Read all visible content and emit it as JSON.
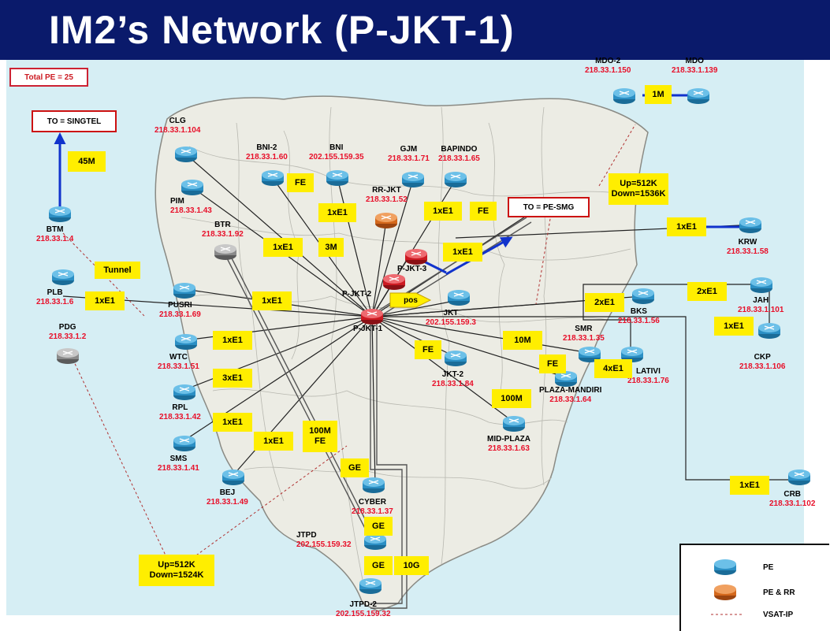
{
  "title": "IM2’s Network (P-JKT-1)",
  "total_pe": "Total PE = 25",
  "boxes": {
    "singtel": "TO = SINGTEL",
    "pe_smg": "TO = PE-SMG"
  },
  "colors": {
    "header": "#0a1a6b",
    "pe_router": "#2b8fc4",
    "pe_rr_router": "#d4681c",
    "core_router": "#cc1a22",
    "grey_router": "#8a8a8a",
    "ip_text": "#e8102a",
    "link_label_bg": "#ffee00",
    "backbone_link": "#1133cc"
  },
  "nodes": [
    {
      "id": "mdo2",
      "name": "MDO-2",
      "ip": "218.33.1.150",
      "type": "pe"
    },
    {
      "id": "mdo",
      "name": "MDO",
      "ip": "218.33.1.139",
      "type": "pe"
    },
    {
      "id": "clg",
      "name": "CLG",
      "ip": "218.33.1.104",
      "type": "pe"
    },
    {
      "id": "bni2",
      "name": "BNI-2",
      "ip": "218.33.1.60",
      "type": "pe"
    },
    {
      "id": "bni",
      "name": "BNI",
      "ip": "202.155.159.35",
      "type": "pe"
    },
    {
      "id": "gjm",
      "name": "GJM",
      "ip": "218.33.1.71",
      "type": "pe"
    },
    {
      "id": "bapindo",
      "name": "BAPINDO",
      "ip": "218.33.1.65",
      "type": "pe"
    },
    {
      "id": "pim",
      "name": "PIM",
      "ip": "218.33.1.43",
      "type": "pe"
    },
    {
      "id": "rrjkt",
      "name": "RR-JKT",
      "ip": "218.33.1.52",
      "type": "pe_rr"
    },
    {
      "id": "btm",
      "name": "BTM",
      "ip": "218.33.1.4",
      "type": "pe"
    },
    {
      "id": "btr",
      "name": "BTR",
      "ip": "218.33.1.92",
      "type": "grey"
    },
    {
      "id": "krw",
      "name": "KRW",
      "ip": "218.33.1.58",
      "type": "pe"
    },
    {
      "id": "pjkt3",
      "name": "P-JKT-3",
      "ip": "",
      "type": "core"
    },
    {
      "id": "pjkt2",
      "name": "P-JKT-2",
      "ip": "",
      "type": "core"
    },
    {
      "id": "pjkt1",
      "name": "P-JKT-1",
      "ip": "",
      "type": "core"
    },
    {
      "id": "plb",
      "name": "PLB",
      "ip": "218.33.1.6",
      "type": "pe"
    },
    {
      "id": "pusri",
      "name": "PUSRI",
      "ip": "218.33.1.69",
      "type": "pe"
    },
    {
      "id": "jkt",
      "name": "JKT",
      "ip": "202.155.159.3",
      "type": "pe"
    },
    {
      "id": "bks",
      "name": "BKS",
      "ip": "218.33.1.56",
      "type": "pe"
    },
    {
      "id": "jah",
      "name": "JAH",
      "ip": "218.33.1.101",
      "type": "pe"
    },
    {
      "id": "pdg",
      "name": "PDG",
      "ip": "218.33.1.2",
      "type": "grey"
    },
    {
      "id": "wtc",
      "name": "WTC",
      "ip": "218.33.1.51",
      "type": "pe"
    },
    {
      "id": "smr",
      "name": "SMR",
      "ip": "218.33.1.35",
      "type": "pe"
    },
    {
      "id": "lativi",
      "name": "LATIVI",
      "ip": "218.33.1.76",
      "type": "pe"
    },
    {
      "id": "ckp",
      "name": "CKP",
      "ip": "218.33.1.106",
      "type": "pe"
    },
    {
      "id": "jkt2",
      "name": "JKT-2",
      "ip": "218.33.1.84",
      "type": "pe"
    },
    {
      "id": "plazamandiri",
      "name": "PLAZA-MANDIRI",
      "ip": "218.33.1.64",
      "type": "pe"
    },
    {
      "id": "rpl",
      "name": "RPL",
      "ip": "218.33.1.42",
      "type": "pe"
    },
    {
      "id": "midplaza",
      "name": "MID-PLAZA",
      "ip": "218.33.1.63",
      "type": "pe"
    },
    {
      "id": "sms",
      "name": "SMS",
      "ip": "218.33.1.41",
      "type": "pe"
    },
    {
      "id": "bej",
      "name": "BEJ",
      "ip": "218.33.1.49",
      "type": "pe"
    },
    {
      "id": "cyber",
      "name": "CYBER",
      "ip": "218.33.1.37",
      "type": "pe"
    },
    {
      "id": "crb",
      "name": "CRB",
      "ip": "218.33.1.102",
      "type": "pe"
    },
    {
      "id": "jtpd",
      "name": "JTPD",
      "ip": "202.155.159.32",
      "type": "pe"
    },
    {
      "id": "jtpd2",
      "name": "JTPD-2",
      "ip": "202.155.159.32",
      "type": "pe"
    }
  ],
  "link_labels": [
    {
      "id": "mdo_1m",
      "text": "1M"
    },
    {
      "id": "btm_45m",
      "text": "45M"
    },
    {
      "id": "bni_fe",
      "text": "FE"
    },
    {
      "id": "rr_1xe1",
      "text": "1xE1"
    },
    {
      "id": "bap_1xe1",
      "text": "1xE1"
    },
    {
      "id": "bap_fe",
      "text": "FE"
    },
    {
      "id": "smg_updown",
      "text": "Up=512K\nDown=1536K"
    },
    {
      "id": "krw_1xe1",
      "text": "1xE1"
    },
    {
      "id": "tunnel",
      "text": "Tunnel"
    },
    {
      "id": "btr_1xe1",
      "text": "1xE1"
    },
    {
      "id": "btr_3m",
      "text": "3M"
    },
    {
      "id": "p3_1xe1",
      "text": "1xE1"
    },
    {
      "id": "plb_1xe1",
      "text": "1xE1"
    },
    {
      "id": "pusri_1xe1",
      "text": "1xE1"
    },
    {
      "id": "pos",
      "text": "pos"
    },
    {
      "id": "bks_2xe1",
      "text": "2xE1"
    },
    {
      "id": "jah_2xe1",
      "text": "2xE1"
    },
    {
      "id": "ckp_1xe1",
      "text": "1xE1"
    },
    {
      "id": "wtc_1xe1",
      "text": "1xE1"
    },
    {
      "id": "jkt2_fe",
      "text": "FE"
    },
    {
      "id": "smr_10m",
      "text": "10M"
    },
    {
      "id": "pm_fe",
      "text": "FE"
    },
    {
      "id": "lat_4xe1",
      "text": "4xE1"
    },
    {
      "id": "rpl_3xe1",
      "text": "3xE1"
    },
    {
      "id": "mid_100m",
      "text": "100M"
    },
    {
      "id": "sms_1xe1",
      "text": "1xE1"
    },
    {
      "id": "bej_1xe1",
      "text": "1xE1"
    },
    {
      "id": "100m_fe",
      "text": "100M\nFE"
    },
    {
      "id": "cyber_ge",
      "text": "GE"
    },
    {
      "id": "crb_1xe1",
      "text": "1xE1"
    },
    {
      "id": "jtpd_ge",
      "text": "GE"
    },
    {
      "id": "jtpd2_ge",
      "text": "GE"
    },
    {
      "id": "10g",
      "text": "10G"
    },
    {
      "id": "vsat_updown",
      "text": "Up=512K\nDown=1524K"
    }
  ],
  "legend": [
    {
      "type": "pe",
      "label": "PE"
    },
    {
      "type": "pe_rr",
      "label": "PE & RR"
    },
    {
      "type": "vsat",
      "label": "VSAT-IP"
    }
  ]
}
